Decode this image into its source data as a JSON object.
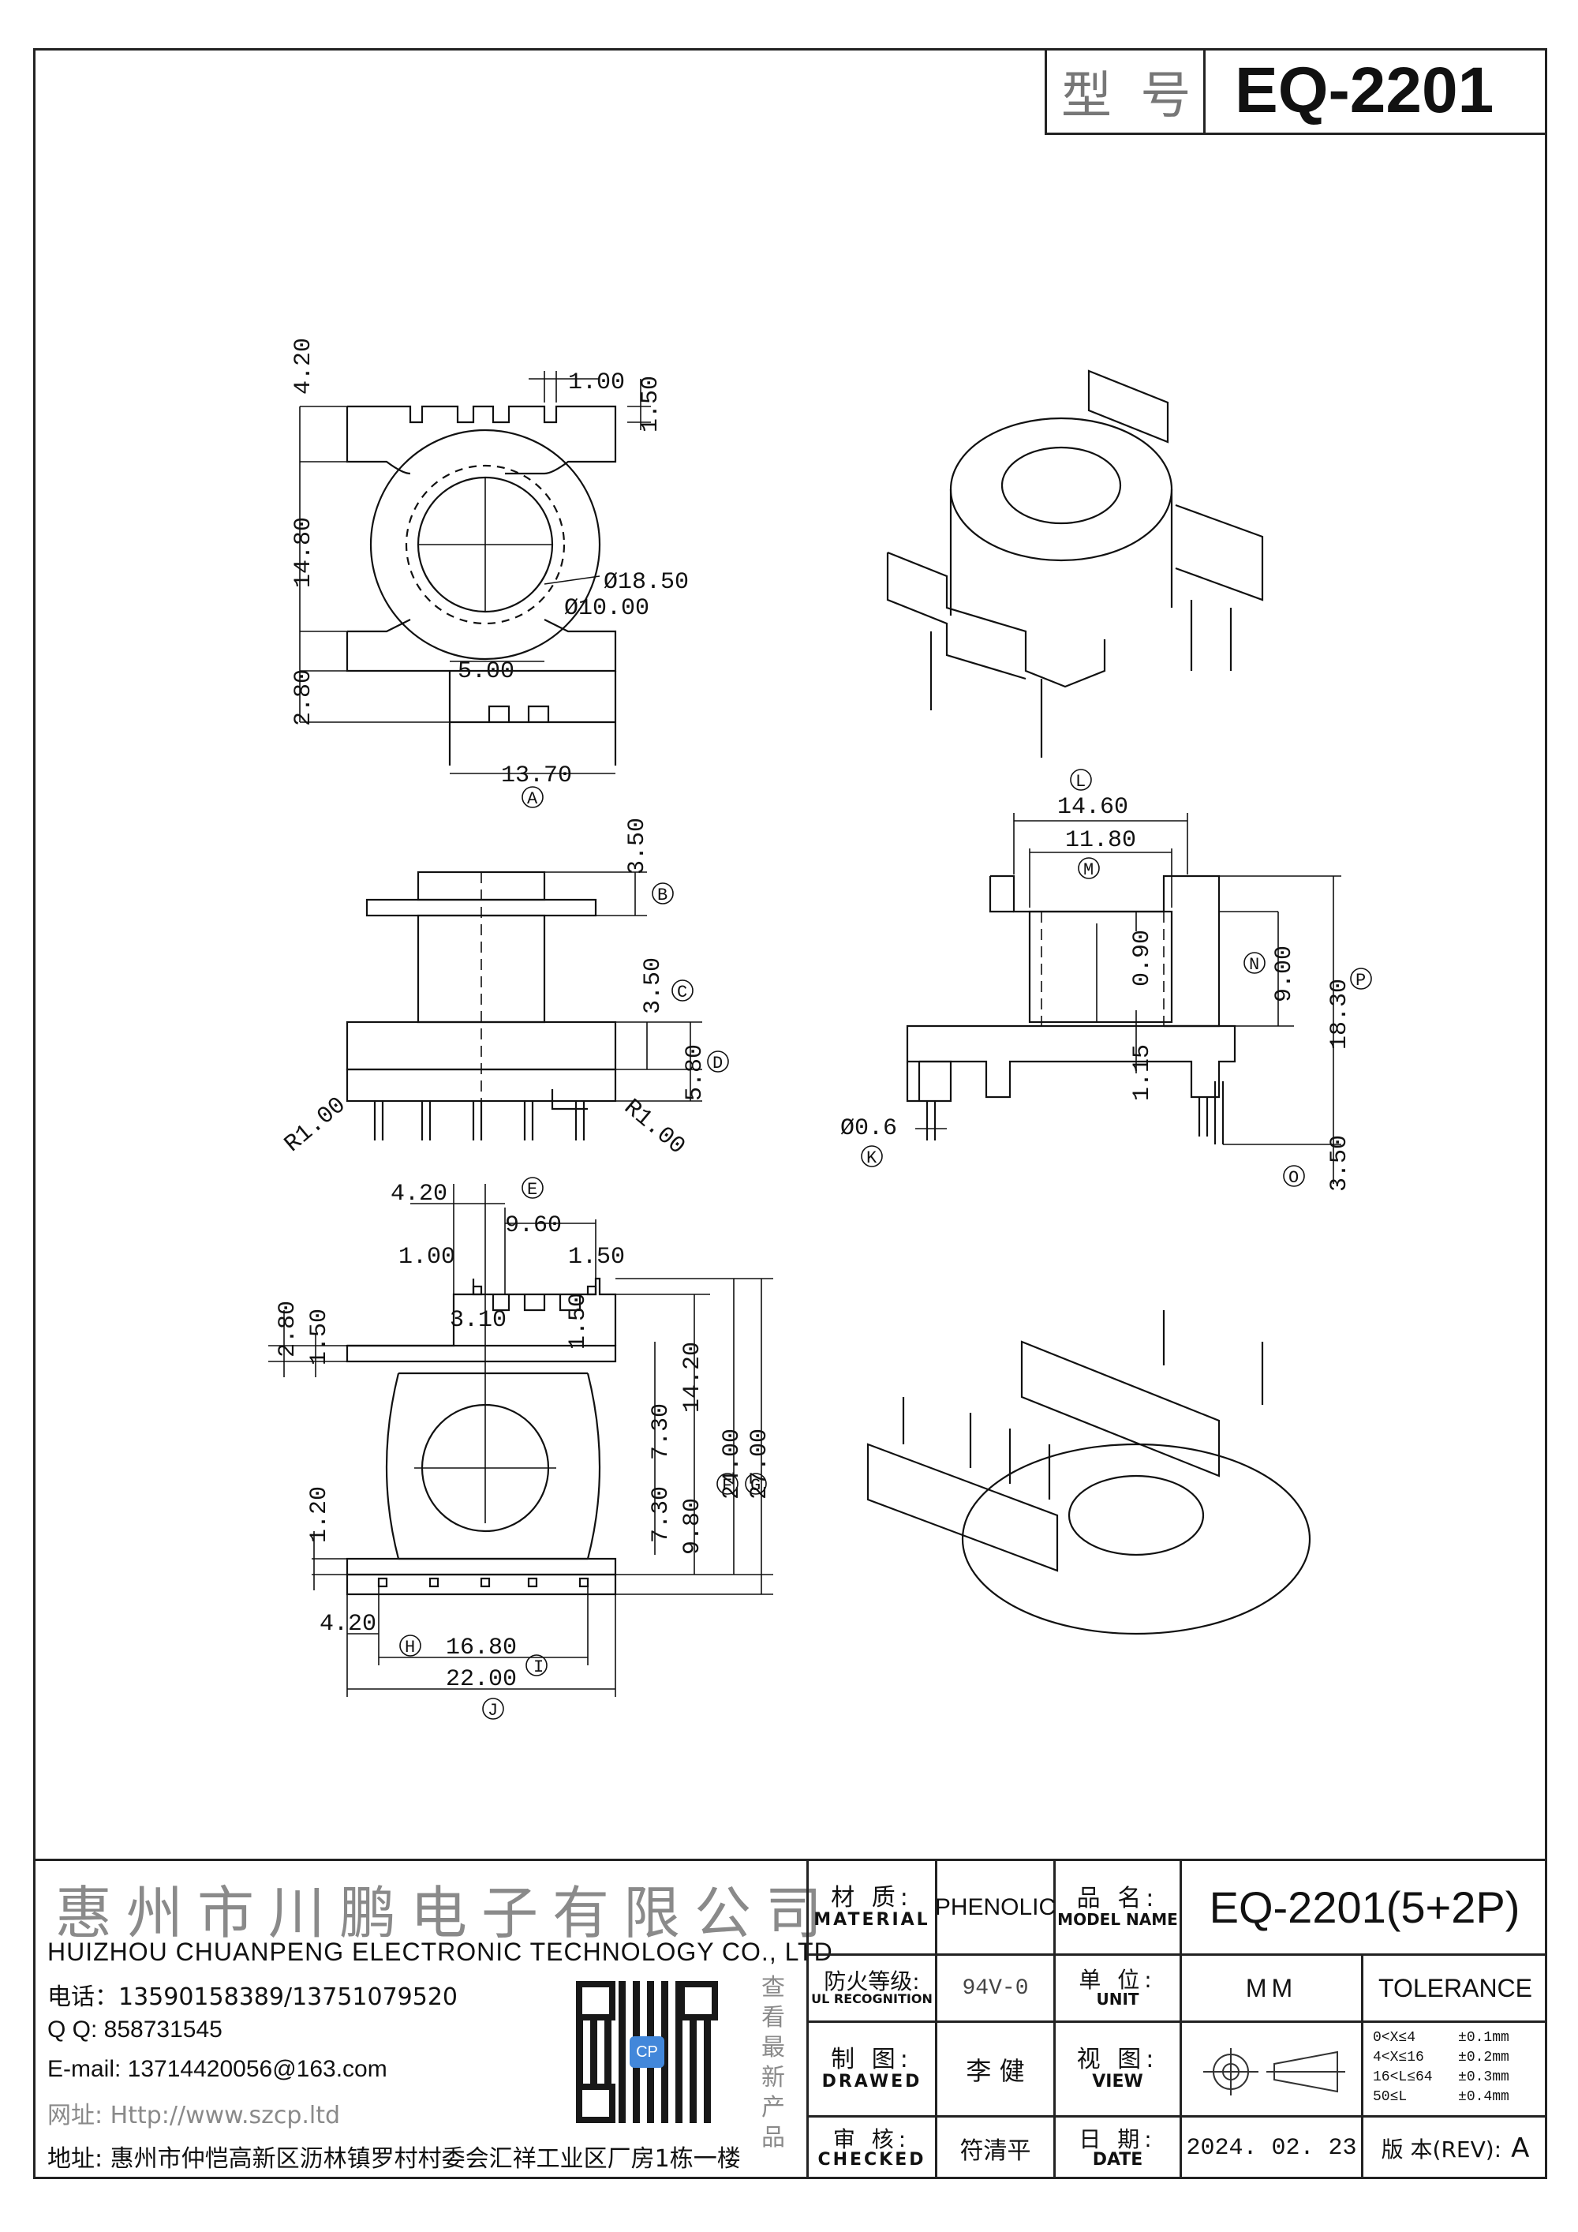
{
  "header": {
    "model_label": "型 号",
    "model_value": "EQ-2201"
  },
  "drawing": {
    "dims_top": {
      "d_4_20": "4.20",
      "d_1_00": "1.00",
      "d_1_50": "1.50",
      "d_14_80": "14.80",
      "d_18_50": "Ø18.50",
      "d_10_00": "Ø10.00",
      "d_5_00": "5.00",
      "d_2_80": "2.80",
      "d_13_70": "13.70",
      "tag_a": "A"
    },
    "dims_side": {
      "d_3_50a": "3.50",
      "tag_b": "B",
      "d_3_50b": "3.50",
      "tag_c": "C",
      "d_5_80": "5.80",
      "tag_d": "D",
      "r_left": "R1.00",
      "r_right": "R1.00"
    },
    "dims_front": {
      "d_14_60": "14.60",
      "tag_l": "L",
      "d_11_80": "11.80",
      "tag_m": "M",
      "d_0_90": "0.90",
      "tag_n": "N",
      "d_9_00": "9.00",
      "d_18_30": "18.30",
      "tag_p": "P",
      "d_1_15": "1.15",
      "d_0_6": "Ø0.6",
      "tag_k": "K",
      "d_3_50": "3.50",
      "tag_o": "O"
    },
    "dims_bottom": {
      "d_4_20a": "4.20",
      "tag_e": "E",
      "d_9_60": "9.60",
      "d_1_00": "1.00",
      "d_1_50a": "1.50",
      "d_2_80": "2.80",
      "d_1_50b": "1.50",
      "d_3_10": "3.10",
      "d_1_50c": "1.50",
      "d_14_20": "14.20",
      "d_7_30a": "7.30",
      "d_24_00": "24.00",
      "d_27_00": "27.00",
      "tag_f": "F",
      "tag_g": "G",
      "d_7_30b": "7.30",
      "d_9_80": "9.80",
      "d_1_20": "1.20",
      "d_4_20b": "4.20",
      "tag_h": "H",
      "d_16_80": "16.80",
      "tag_i": "I",
      "d_22_00": "22.00",
      "tag_j": "J"
    }
  },
  "title_block": {
    "company_cn": "惠州市川鹏电子有限公司",
    "company_en": "HUIZHOU CHUANPENG ELECTRONIC TECHNOLOGY CO., LTD",
    "phone": "电话：13590158389/13751079520",
    "qq": "Q Q:  858731545",
    "email": "E-mail: 13714420056@163.com",
    "website": "网址: Http://www.szcp.ltd",
    "address": "地址: 惠州市仲恺高新区沥林镇罗村村委会汇祥工业区厂房1栋一楼",
    "scan_text": "查看最新产品",
    "qr_logo": "CP",
    "material_cn": "材 质:",
    "material_en": "MATERIAL",
    "material_value": "PHENOLIC",
    "model_name_cn": "品 名:",
    "model_name_en": "MODEL NAME",
    "model_name_value": "EQ-2201(5+2P)",
    "fire_cn": "防火等级:",
    "fire_en": "UL RECOGNITION",
    "fire_value": "94V-0",
    "unit_cn": "单 位:",
    "unit_en": "UNIT",
    "unit_value": "MM",
    "tolerance_label": "TOLERANCE",
    "tolerance_rows": [
      "0<X≤4     ±0.1mm",
      "4<X≤16    ±0.2mm",
      "16<L≤64   ±0.3mm",
      "50≤L      ±0.4mm"
    ],
    "drawn_cn": "制 图:",
    "drawn_en": "DRAWED",
    "drawn_value": "李 健",
    "view_cn": "视 图:",
    "view_en": "VIEW",
    "checked_cn": "审 核:",
    "checked_en": "CHECKED",
    "checked_value": "符清平",
    "date_cn": "日 期:",
    "date_en": "DATE",
    "date_value": "2024. 02. 23",
    "rev_label": "版 本(REV):",
    "rev_value": "A"
  }
}
